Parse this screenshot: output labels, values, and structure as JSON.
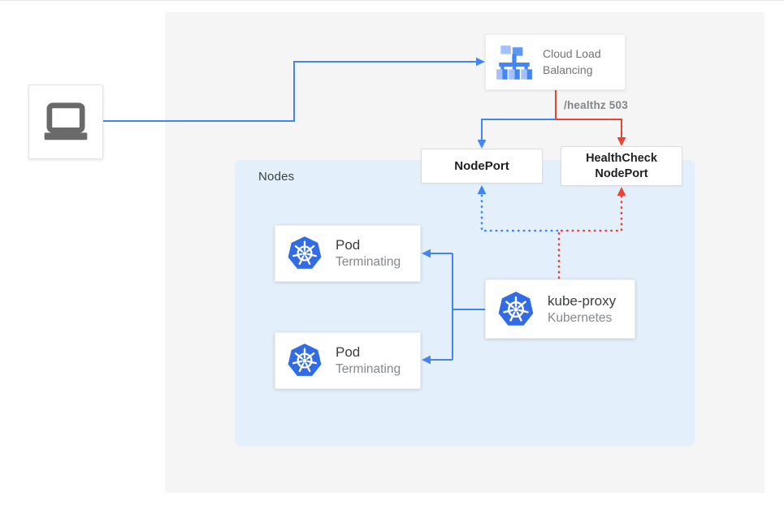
{
  "diagram": {
    "nodes_label": "Nodes",
    "healthz_label": "/healthz 503"
  },
  "boxes": {
    "client": {
      "icon": "laptop-icon"
    },
    "cloud_load_balancing": {
      "label": "Cloud Load Balancing",
      "icon": "load-balancer-icon"
    },
    "nodeport": {
      "label": "NodePort"
    },
    "healthcheck_nodeport": {
      "label": "HealthCheck NodePort"
    },
    "pod_1": {
      "title": "Pod",
      "subtitle": "Terminating",
      "icon": "kubernetes-helm-icon"
    },
    "pod_2": {
      "title": "Pod",
      "subtitle": "Terminating",
      "icon": "kubernetes-helm-icon"
    },
    "kube_proxy": {
      "title": "kube-proxy",
      "subtitle": "Kubernetes",
      "icon": "kubernetes-helm-icon"
    }
  },
  "flows": {
    "client_to_lb": {
      "color": "#4285F4",
      "style": "solid"
    },
    "lb_to_nodeport": {
      "color": "#4285F4",
      "style": "solid"
    },
    "lb_to_healthcheck_nodeport": {
      "color": "#EA4335",
      "style": "solid",
      "annotation": "/healthz 503"
    },
    "kube_proxy_to_nodeport": {
      "color": "#4285F4",
      "style": "dotted"
    },
    "kube_proxy_to_healthcheck_nodeport": {
      "color": "#EA4335",
      "style": "dotted"
    },
    "kube_proxy_to_pods": {
      "color": "#4285F4",
      "style": "solid"
    }
  },
  "colors": {
    "flow_blue": "#4285F4",
    "flow_red": "#EA4335",
    "outer_panel_bg": "#F5F5F5",
    "nodes_panel_bg": "#E3F0FB",
    "kubernetes_blue": "#326CE5",
    "icon_gray": "#6A6A6A",
    "muted_text": "#80868B"
  }
}
